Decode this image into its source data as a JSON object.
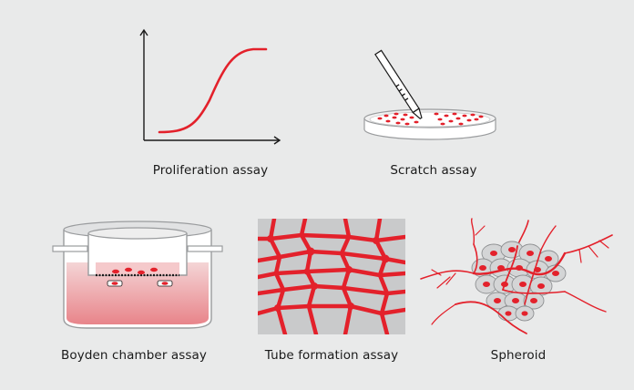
{
  "colors": {
    "background": "#e9eaea",
    "accent_red": "#e3212b",
    "outline_gray": "#9a9c9e",
    "light_gray": "#cfd0d1",
    "text": "#1a1a1a"
  },
  "labels": {
    "proliferation": "Proliferation assay",
    "scratch": "Scratch assay",
    "boyden": "Boyden chamber assay",
    "tube": "Tube formation assay",
    "spheroid": "Spheroid"
  },
  "icons": {
    "proliferation": "sigmoid-growth-curve-icon",
    "scratch": "petri-dish-with-pipette-icon",
    "boyden": "transwell-chamber-icon",
    "tube": "capillary-network-icon",
    "spheroid": "cell-spheroid-with-vessels-icon"
  }
}
